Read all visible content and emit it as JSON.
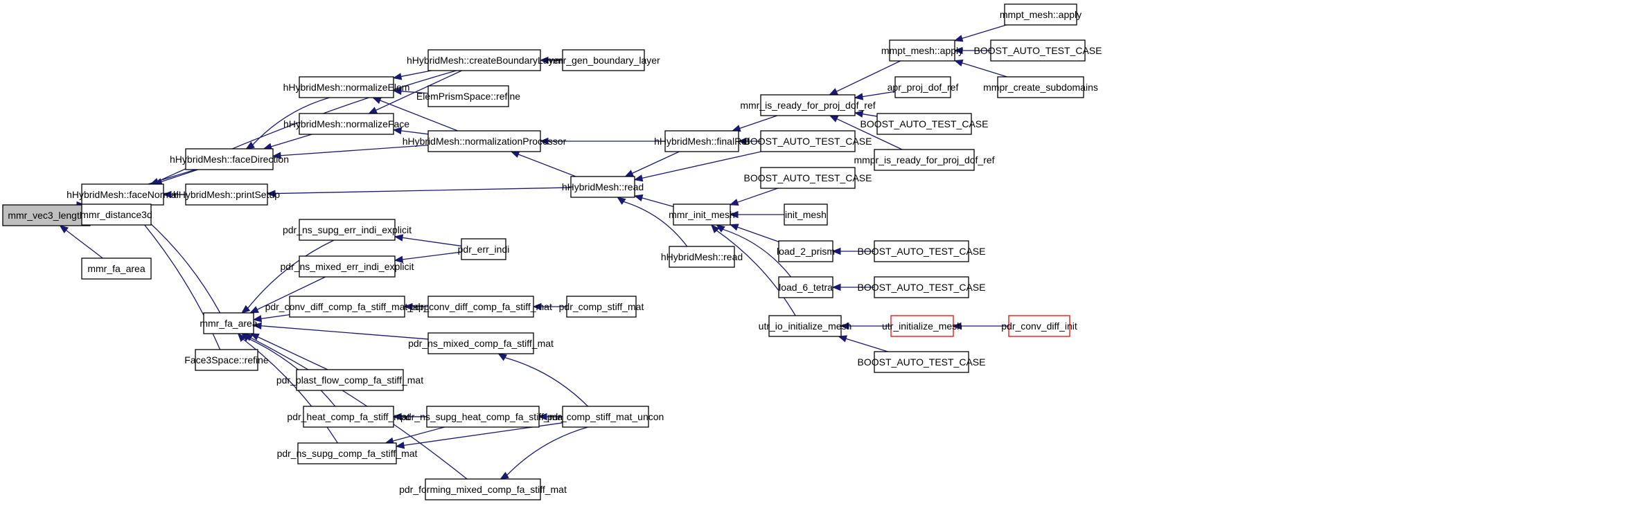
{
  "colors": {
    "edge": "#191970",
    "root_fill": "#bfbfbf",
    "node_fill": "#ffffff",
    "node_border": "#000000",
    "truncated_border": "#ff0000"
  },
  "nodes": [
    {
      "id": "n0",
      "label": "mmr_vec3_length",
      "root": true
    },
    {
      "id": "n1",
      "label": "hHybridMesh::faceNormal"
    },
    {
      "id": "n2",
      "label": "mmr_distance3d"
    },
    {
      "id": "n3",
      "label": "mmr_fa_area"
    },
    {
      "id": "n4",
      "label": "hHybridMesh::faceDirection"
    },
    {
      "id": "n5",
      "label": "hHybridMesh::printSetup"
    },
    {
      "id": "n6",
      "label": "mmr_fa_area"
    },
    {
      "id": "n7",
      "label": "Face3Space::refine"
    },
    {
      "id": "n8",
      "label": "hHybridMesh::normalizeElem"
    },
    {
      "id": "n9",
      "label": "hHybridMesh::normalizeFace"
    },
    {
      "id": "n10",
      "label": "hHybridMesh::createBoundaryLayer"
    },
    {
      "id": "n11",
      "label": "mmr_gen_boundary_layer"
    },
    {
      "id": "n12",
      "label": "ElemPrismSpace::refine"
    },
    {
      "id": "n13",
      "label": "hHybridMesh::normalizationProcessor"
    },
    {
      "id": "n14",
      "label": "hHybridMesh::read"
    },
    {
      "id": "n15",
      "label": "hHybridMesh::finalRef"
    },
    {
      "id": "n16",
      "label": "mmr_init_mesh"
    },
    {
      "id": "n17",
      "label": "hHybridMesh::read"
    },
    {
      "id": "n18",
      "label": "mmr_is_ready_for_proj_dof_ref"
    },
    {
      "id": "n19",
      "label": "BOOST_AUTO_TEST_CASE"
    },
    {
      "id": "n20",
      "label": "mmpt_mesh::apply"
    },
    {
      "id": "n21",
      "label": "apr_proj_dof_ref"
    },
    {
      "id": "n22",
      "label": "BOOST_AUTO_TEST_CASE"
    },
    {
      "id": "n23",
      "label": "mmpr_is_ready_for_proj_dof_ref"
    },
    {
      "id": "n24",
      "label": "mmpt_mesh::apply"
    },
    {
      "id": "n25",
      "label": "BOOST_AUTO_TEST_CASE"
    },
    {
      "id": "n26",
      "label": "mmpr_create_subdomains"
    },
    {
      "id": "n27",
      "label": "BOOST_AUTO_TEST_CASE"
    },
    {
      "id": "n28",
      "label": "init_mesh"
    },
    {
      "id": "n29",
      "label": "load_2_prism"
    },
    {
      "id": "n30",
      "label": "load_6_tetra"
    },
    {
      "id": "n31",
      "label": "utr_io_initialize_mesh"
    },
    {
      "id": "n32",
      "label": "BOOST_AUTO_TEST_CASE"
    },
    {
      "id": "n33",
      "label": "BOOST_AUTO_TEST_CASE"
    },
    {
      "id": "n34",
      "label": "utr_initialize_mesh",
      "truncated": true
    },
    {
      "id": "n35",
      "label": "pdr_conv_diff_init",
      "truncated": true
    },
    {
      "id": "n36",
      "label": "BOOST_AUTO_TEST_CASE"
    },
    {
      "id": "n37",
      "label": "pdr_ns_supg_err_indi_explicit"
    },
    {
      "id": "n38",
      "label": "pdr_ns_mixed_err_indi_explicit"
    },
    {
      "id": "n39",
      "label": "pdr_err_indi"
    },
    {
      "id": "n40",
      "label": "pdr_conv_diff_comp_fa_stiff_mat_app"
    },
    {
      "id": "n41",
      "label": "pdr_conv_diff_comp_fa_stiff_mat"
    },
    {
      "id": "n42",
      "label": "pdr_comp_stiff_mat"
    },
    {
      "id": "n43",
      "label": "pdr_ns_mixed_comp_fa_stiff_mat"
    },
    {
      "id": "n44",
      "label": "pdr_plast_flow_comp_fa_stiff_mat"
    },
    {
      "id": "n45",
      "label": "pdr_heat_comp_fa_stiff_mat"
    },
    {
      "id": "n46",
      "label": "pdr_ns_supg_heat_comp_fa_stiff_mat"
    },
    {
      "id": "n47",
      "label": "pdr_comp_stiff_mat_uncon"
    },
    {
      "id": "n48",
      "label": "pdr_ns_supg_comp_fa_stiff_mat"
    },
    {
      "id": "n49",
      "label": "pdr_forming_mixed_comp_fa_stiff_mat"
    }
  ],
  "edges": [
    [
      "n1",
      "n0"
    ],
    [
      "n2",
      "n0"
    ],
    [
      "n3",
      "n0"
    ],
    [
      "n4",
      "n0"
    ],
    [
      "n4",
      "n1"
    ],
    [
      "n5",
      "n1"
    ],
    [
      "n6",
      "n1"
    ],
    [
      "n7",
      "n1"
    ],
    [
      "n10",
      "n1"
    ],
    [
      "n8",
      "n4"
    ],
    [
      "n9",
      "n4"
    ],
    [
      "n13",
      "n4"
    ],
    [
      "n10",
      "n8"
    ],
    [
      "n12",
      "n8"
    ],
    [
      "n13",
      "n8"
    ],
    [
      "n10",
      "n9"
    ],
    [
      "n13",
      "n9"
    ],
    [
      "n11",
      "n10"
    ],
    [
      "n14",
      "n13"
    ],
    [
      "n15",
      "n13"
    ],
    [
      "n14",
      "n5"
    ],
    [
      "n15",
      "n14"
    ],
    [
      "n16",
      "n14"
    ],
    [
      "n17",
      "n14"
    ],
    [
      "n19",
      "n14"
    ],
    [
      "n18",
      "n15"
    ],
    [
      "n19",
      "n15"
    ],
    [
      "n20",
      "n18"
    ],
    [
      "n21",
      "n18"
    ],
    [
      "n22",
      "n18"
    ],
    [
      "n23",
      "n18"
    ],
    [
      "n24",
      "n20"
    ],
    [
      "n25",
      "n20"
    ],
    [
      "n26",
      "n20"
    ],
    [
      "n27",
      "n16"
    ],
    [
      "n28",
      "n16"
    ],
    [
      "n29",
      "n16"
    ],
    [
      "n30",
      "n16"
    ],
    [
      "n31",
      "n16"
    ],
    [
      "n32",
      "n29"
    ],
    [
      "n33",
      "n30"
    ],
    [
      "n34",
      "n31"
    ],
    [
      "n36",
      "n31"
    ],
    [
      "n35",
      "n34"
    ],
    [
      "n37",
      "n6"
    ],
    [
      "n38",
      "n6"
    ],
    [
      "n40",
      "n6"
    ],
    [
      "n43",
      "n6"
    ],
    [
      "n44",
      "n6"
    ],
    [
      "n45",
      "n6"
    ],
    [
      "n48",
      "n6"
    ],
    [
      "n49",
      "n6"
    ],
    [
      "n39",
      "n37"
    ],
    [
      "n39",
      "n38"
    ],
    [
      "n41",
      "n40"
    ],
    [
      "n42",
      "n41"
    ],
    [
      "n47",
      "n43"
    ],
    [
      "n47",
      "n45"
    ],
    [
      "n46",
      "n45"
    ],
    [
      "n47",
      "n46"
    ],
    [
      "n46",
      "n48"
    ],
    [
      "n47",
      "n48"
    ],
    [
      "n47",
      "n49"
    ]
  ]
}
